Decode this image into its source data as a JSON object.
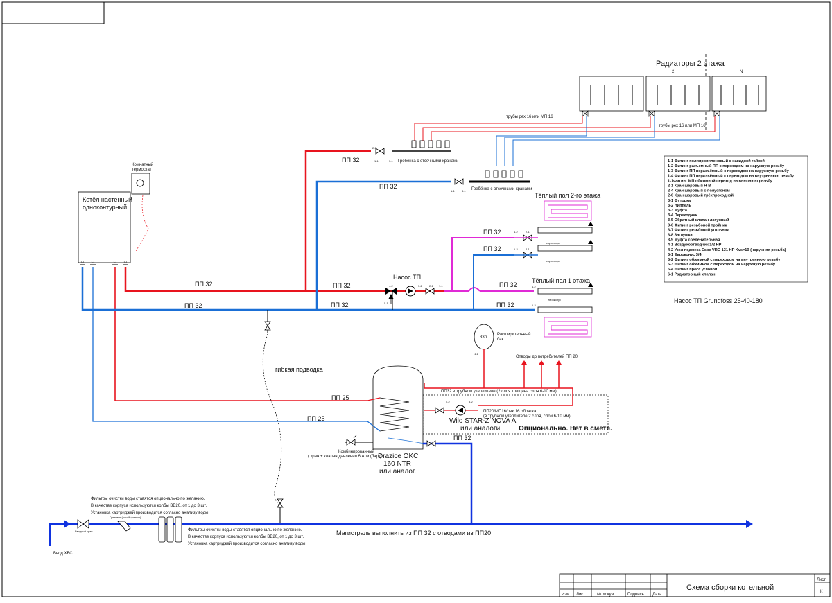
{
  "colors": {
    "supply": "#e8141e",
    "return": "#1a6fd6",
    "floor": "#e02ad6",
    "cold": "#1033e0",
    "frame": "#000000"
  },
  "radiators": {
    "title": "Радиаторы 2  этажа",
    "labels": [
      "1",
      "2",
      "N"
    ],
    "pipe_label_1": "трубы рех 16 или МП 16",
    "pipe_label_2": "трубы рех 16 или МП 16"
  },
  "manifold_top": {
    "label": "Гребёнка с отсечными кранами",
    "v1": "2-1",
    "v2": "1-1",
    "v3": "3-1"
  },
  "manifold_bottom": {
    "label": "Гребёнка с отсечными кранами",
    "v1": "1-1",
    "v2": "3-1"
  },
  "thermostat": {
    "label1": "Комнатный",
    "label2": "термостат"
  },
  "boiler": {
    "label1": "Котёл настенный",
    "label2": "одноконтурный",
    "fittings": [
      "1-1",
      "1-1",
      "1-1",
      "1-1"
    ]
  },
  "pipes": {
    "pp32_a": "ПП 32",
    "pp32_b": "ПП 32",
    "pp32_c": "ПП 32",
    "pp32_d": "ПП 32",
    "pp32_e": "ПП 32",
    "pp32_f": "ПП 32",
    "pp32_g": "ПП 32",
    "pp32_h": "ПП 32",
    "pp32_i": "ПП 32",
    "pp32_j": "ПП 32",
    "pp25_a": "ПП 25",
    "pp25_b": "ПП 25",
    "pp32_k": "ПП 32"
  },
  "pump": {
    "label": "Насос ТП",
    "c1": "4-2",
    "c2": "3-2",
    "c3": "2-1",
    "c4": "1-1",
    "c5": "5-1"
  },
  "floor2": {
    "title": "Тёплый пол 2-го этажа",
    "eurocone1": "евроконус",
    "eurocone2": "евроконус",
    "c1": "1-2",
    "c2": "2-1",
    "c3": "1-2",
    "c4": "2-1"
  },
  "floor1": {
    "title": "Тёплый пол 1  этажа",
    "eurocone": "евроконус",
    "c1": "1-2",
    "c2": "1-2"
  },
  "pump_note": "Насос ТП Grundfoss 25-40-180",
  "legend": [
    "1-1  Фитинг полипропиленовый с накидной гайкой",
    "1-2  Фитинг разъемный ПП с переходом на наружную резьбу",
    "1-3  Фитинг ПП неразъёмный с переходом на наружную резьбу",
    "1-4  Фитинг ПП неразъёмный с переходом на внутреннюю резьбу",
    "1-1Фитинг МП обжимной переход на внешнюю резьбу",
    "2-1  Кран шаровый Н-В",
    "2-4  Кран шаровый с полусгоном",
    "2-6  Кран шаровый трёхпроходной",
    "3-1  Футорка",
    "3-2  Ниппель",
    "3-3  Муфта",
    "3-4  Переходник",
    "3-5  Обратный клапан латунный",
    "3-6  Фитинг резьбовой тройник",
    "3-7  Фитинг резьбовой угольник",
    "3-8  Заглушка",
    "3-9  Муфта соеденительная",
    "4-1  Воздухоотводчик 1/2 НР",
    "4-2  Узел подмеса Esbe VRG 131 HP Kvs=10 (наружняя резьба)",
    "5-1  Евроконус 3/4",
    "5-2  Фитинг обжимной с переходом на внутреннюю резьбу",
    "5-3  Фитинг обжимной с переходом на наружную резьбу",
    "5-4  Фитинг пресс угловой",
    "6-1  Радиаторный клапан"
  ],
  "tank": {
    "volume": "33л",
    "label1": "Расширительный",
    "label2": "бак",
    "c1": "1-1"
  },
  "consumers": "Отводы до потребителей ПП 20",
  "insulated": "ПП32 в трубном утеплителе  (2 слоя толщина слоя 6-10 мм)",
  "recirc": {
    "label1": "ПП20/МП16/рех 16 обратка",
    "label2": "(в трубном утеплителе 2 слоя, слой 6-10 мм)",
    "pump1": "Wilo STAR-Z NOVA A",
    "pump2": "или аналоги.",
    "optional": "Опционально. Нет в смете.",
    "c1": "5-2",
    "c2": "5-2"
  },
  "flexible": "гибкая подводка",
  "boiler_tank": {
    "label1": "Drazice OKC",
    "label2": "160 NTR",
    "label3": "или аналог."
  },
  "safety": {
    "label1": "Комбинированный",
    "label2": "( кран + клапан давления 6 Атм (бар))"
  },
  "filters_top": {
    "l1": "Фильтры очистки воды ставятся опционально по желанию.",
    "l2": "В качестве корпуса используются колбы ВВ20, от 1 до 3 шт.",
    "l3": "Установка картриджей производится согласно анализу воды"
  },
  "filters_bottom": {
    "l1": "Фильтры очистки воды ставятся опционально по желанию.",
    "l2": "В качестве корпуса используются колбы ВВ20, от 1 до 3 шт.",
    "l3": "Установка картриджей производится согласно анализу воды"
  },
  "inlet": {
    "label": "Ввод ХВС",
    "valve": "Вводной кран",
    "filter": "Грязевик (косой фильтр)"
  },
  "main": "Магистраль выполнить из ПП 32 с отводами из ПП20",
  "titleblock": {
    "title": "Схема сборки котельной",
    "sheet_label": "Лист",
    "sheet": "К",
    "cols": [
      "Изм",
      "Лист",
      "№ докум.",
      "Подпись",
      "Дата"
    ]
  }
}
